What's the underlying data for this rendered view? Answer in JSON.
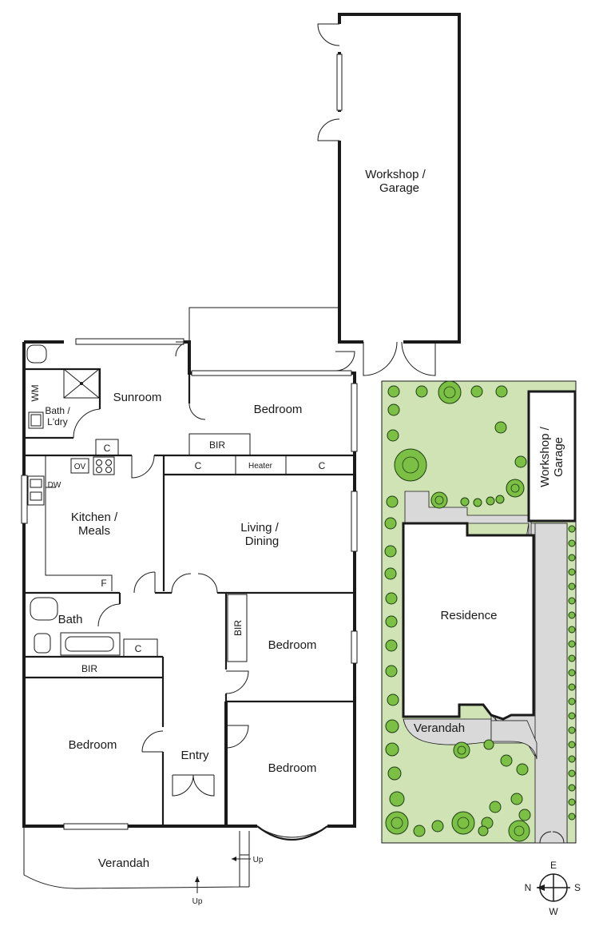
{
  "colors": {
    "wall": "#1a1a1a",
    "lawn": "#cfe3b4",
    "paving": "#d9d9d9",
    "foliage": "#7cbf45",
    "foliage_outline": "#1d3d12"
  },
  "floor_plan": {
    "rooms": {
      "workshop_line1": "Workshop /",
      "workshop_line2": "Garage",
      "sunroom": "Sunroom",
      "bedroom_top": "Bedroom",
      "bir_top": "BIR",
      "bath_laundry_line1": "Bath /",
      "bath_laundry_line2": "L'dry",
      "wm": "WM",
      "c_sunroom": "C",
      "ov": "OV",
      "dw": "DW",
      "c_left": "C",
      "heater": "Heater",
      "c_right": "C",
      "kitchen_line1": "Kitchen /",
      "kitchen_line2": "Meals",
      "living_line1": "Living /",
      "living_line2": "Dining",
      "f": "F",
      "bath": "Bath",
      "c_bath": "C",
      "bir_vertical": "BIR",
      "bedroom_mid": "Bedroom",
      "bir_left": "BIR",
      "bedroom_left": "Bedroom",
      "entry": "Entry",
      "bedroom_front": "Bedroom",
      "verandah": "Verandah",
      "up_right": "Up",
      "up_bottom": "Up"
    }
  },
  "site_plan": {
    "workshop_line1": "Workshop /",
    "workshop_line2": "Garage",
    "residence": "Residence",
    "verandah": "Verandah"
  },
  "compass": {
    "n": "N",
    "e": "E",
    "s": "S",
    "w": "W"
  }
}
